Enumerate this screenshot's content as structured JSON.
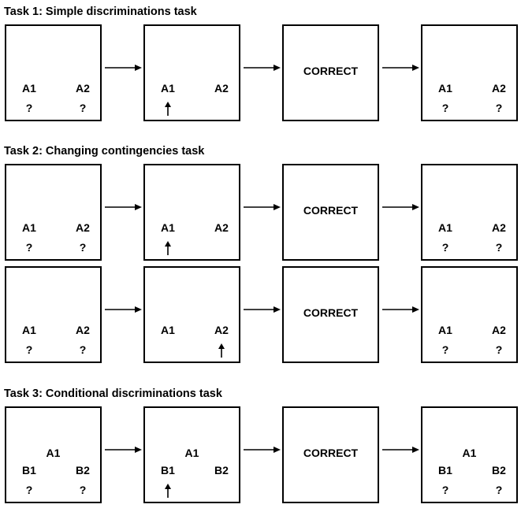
{
  "labels": {
    "a1": "A1",
    "a2": "A2",
    "b1": "B1",
    "b2": "B2",
    "q": "?",
    "correct": "CORRECT"
  },
  "tasks": [
    {
      "title": "Task 1: Simple discriminations task",
      "rows": [
        {
          "frames": [
            {
              "kind": "choice",
              "sample": "",
              "left": "A1",
              "right": "A2",
              "show_q": true,
              "arrow": "none"
            },
            {
              "kind": "choice",
              "sample": "",
              "left": "A1",
              "right": "A2",
              "show_q": false,
              "arrow": "left"
            },
            {
              "kind": "feedback",
              "text": "CORRECT"
            },
            {
              "kind": "choice",
              "sample": "",
              "left": "A1",
              "right": "A2",
              "show_q": true,
              "arrow": "none"
            }
          ]
        }
      ]
    },
    {
      "title": "Task 2: Changing contingencies task",
      "rows": [
        {
          "frames": [
            {
              "kind": "choice",
              "sample": "",
              "left": "A1",
              "right": "A2",
              "show_q": true,
              "arrow": "none"
            },
            {
              "kind": "choice",
              "sample": "",
              "left": "A1",
              "right": "A2",
              "show_q": false,
              "arrow": "left"
            },
            {
              "kind": "feedback",
              "text": "CORRECT"
            },
            {
              "kind": "choice",
              "sample": "",
              "left": "A1",
              "right": "A2",
              "show_q": true,
              "arrow": "none"
            }
          ]
        },
        {
          "frames": [
            {
              "kind": "choice",
              "sample": "",
              "left": "A1",
              "right": "A2",
              "show_q": true,
              "arrow": "none"
            },
            {
              "kind": "choice",
              "sample": "",
              "left": "A1",
              "right": "A2",
              "show_q": false,
              "arrow": "right"
            },
            {
              "kind": "feedback",
              "text": "CORRECT"
            },
            {
              "kind": "choice",
              "sample": "",
              "left": "A1",
              "right": "A2",
              "show_q": true,
              "arrow": "none"
            }
          ]
        }
      ]
    },
    {
      "title": "Task 3: Conditional discriminations task",
      "rows": [
        {
          "frames": [
            {
              "kind": "choice",
              "sample": "A1",
              "left": "B1",
              "right": "B2",
              "show_q": true,
              "arrow": "none"
            },
            {
              "kind": "choice",
              "sample": "A1",
              "left": "B1",
              "right": "B2",
              "show_q": false,
              "arrow": "left"
            },
            {
              "kind": "feedback",
              "text": "CORRECT"
            },
            {
              "kind": "choice",
              "sample": "A1",
              "left": "B1",
              "right": "B2",
              "show_q": true,
              "arrow": "none"
            }
          ]
        }
      ]
    }
  ]
}
